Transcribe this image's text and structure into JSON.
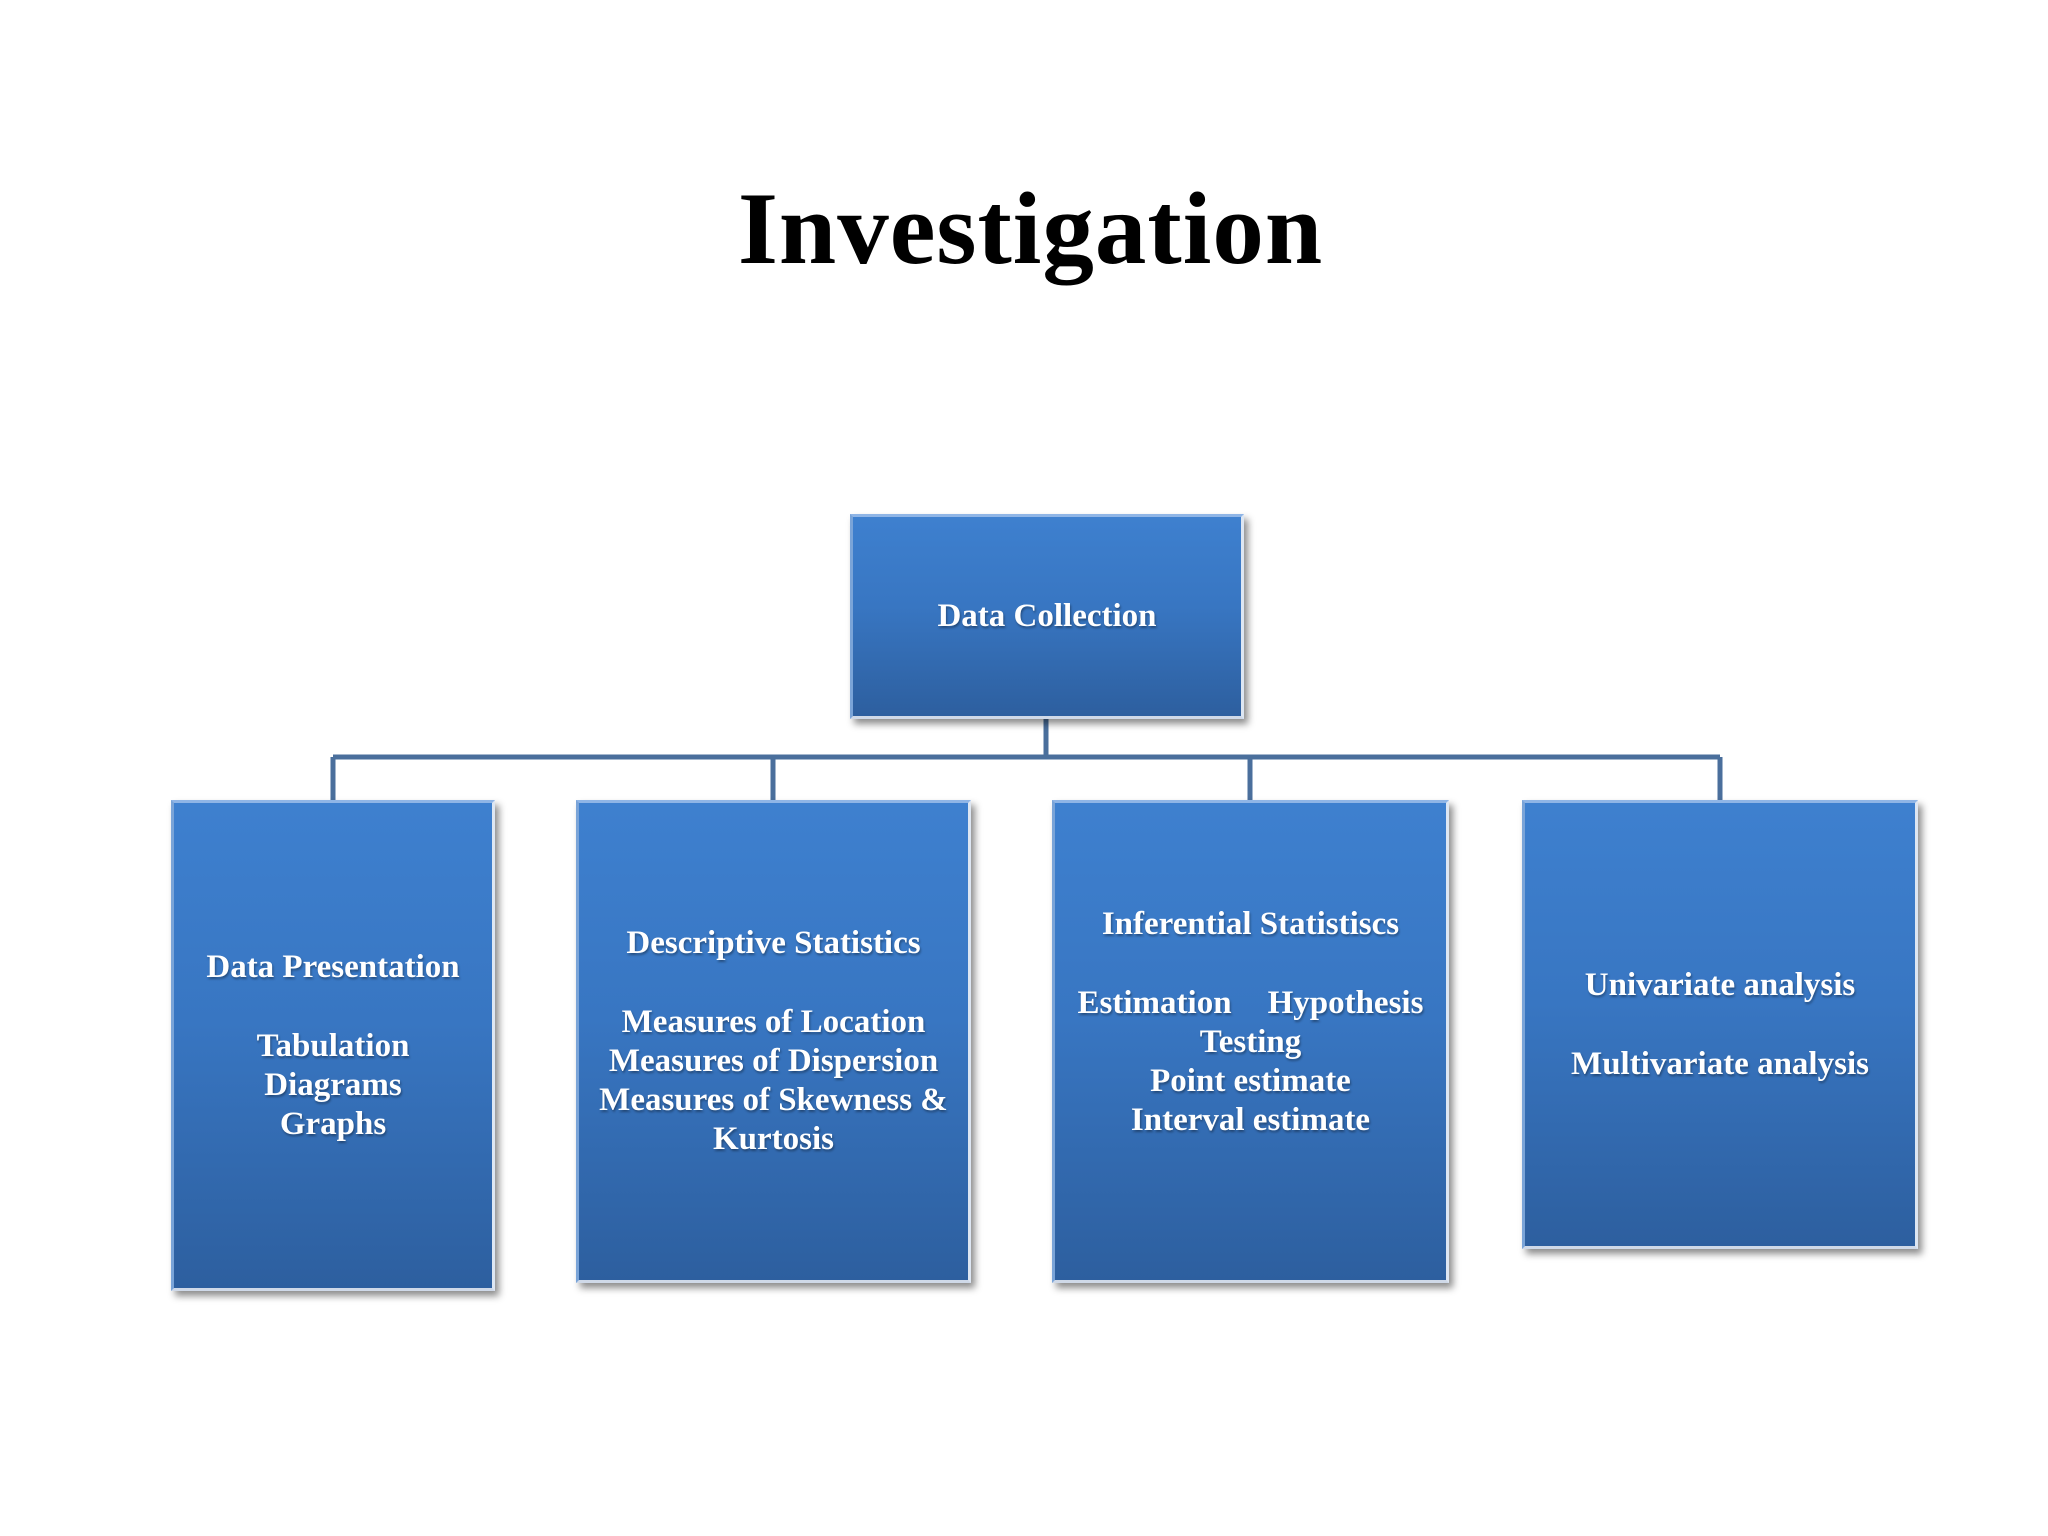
{
  "title": "Investigation",
  "root": {
    "label": "Data Collection"
  },
  "children": [
    {
      "heading": "Data Presentation",
      "items": [
        "Tabulation",
        "Diagrams",
        "Graphs"
      ]
    },
    {
      "heading": "Descriptive Statistics",
      "items": [
        "Measures of Location",
        "Measures of Dispersion",
        "Measures of Skewness &",
        "Kurtosis"
      ]
    },
    {
      "heading": "Inferential Statistiscs",
      "items_row": [
        "Estimation",
        "Hypothesis"
      ],
      "items": [
        "Testing",
        "Point estimate",
        "Interval estimate"
      ]
    },
    {
      "items": [
        "Univariate analysis",
        "Multivariate analysis"
      ]
    }
  ],
  "colors": {
    "box_fill": "#3876c2",
    "connector": "#4a6f9c",
    "text": "#ffffff"
  }
}
